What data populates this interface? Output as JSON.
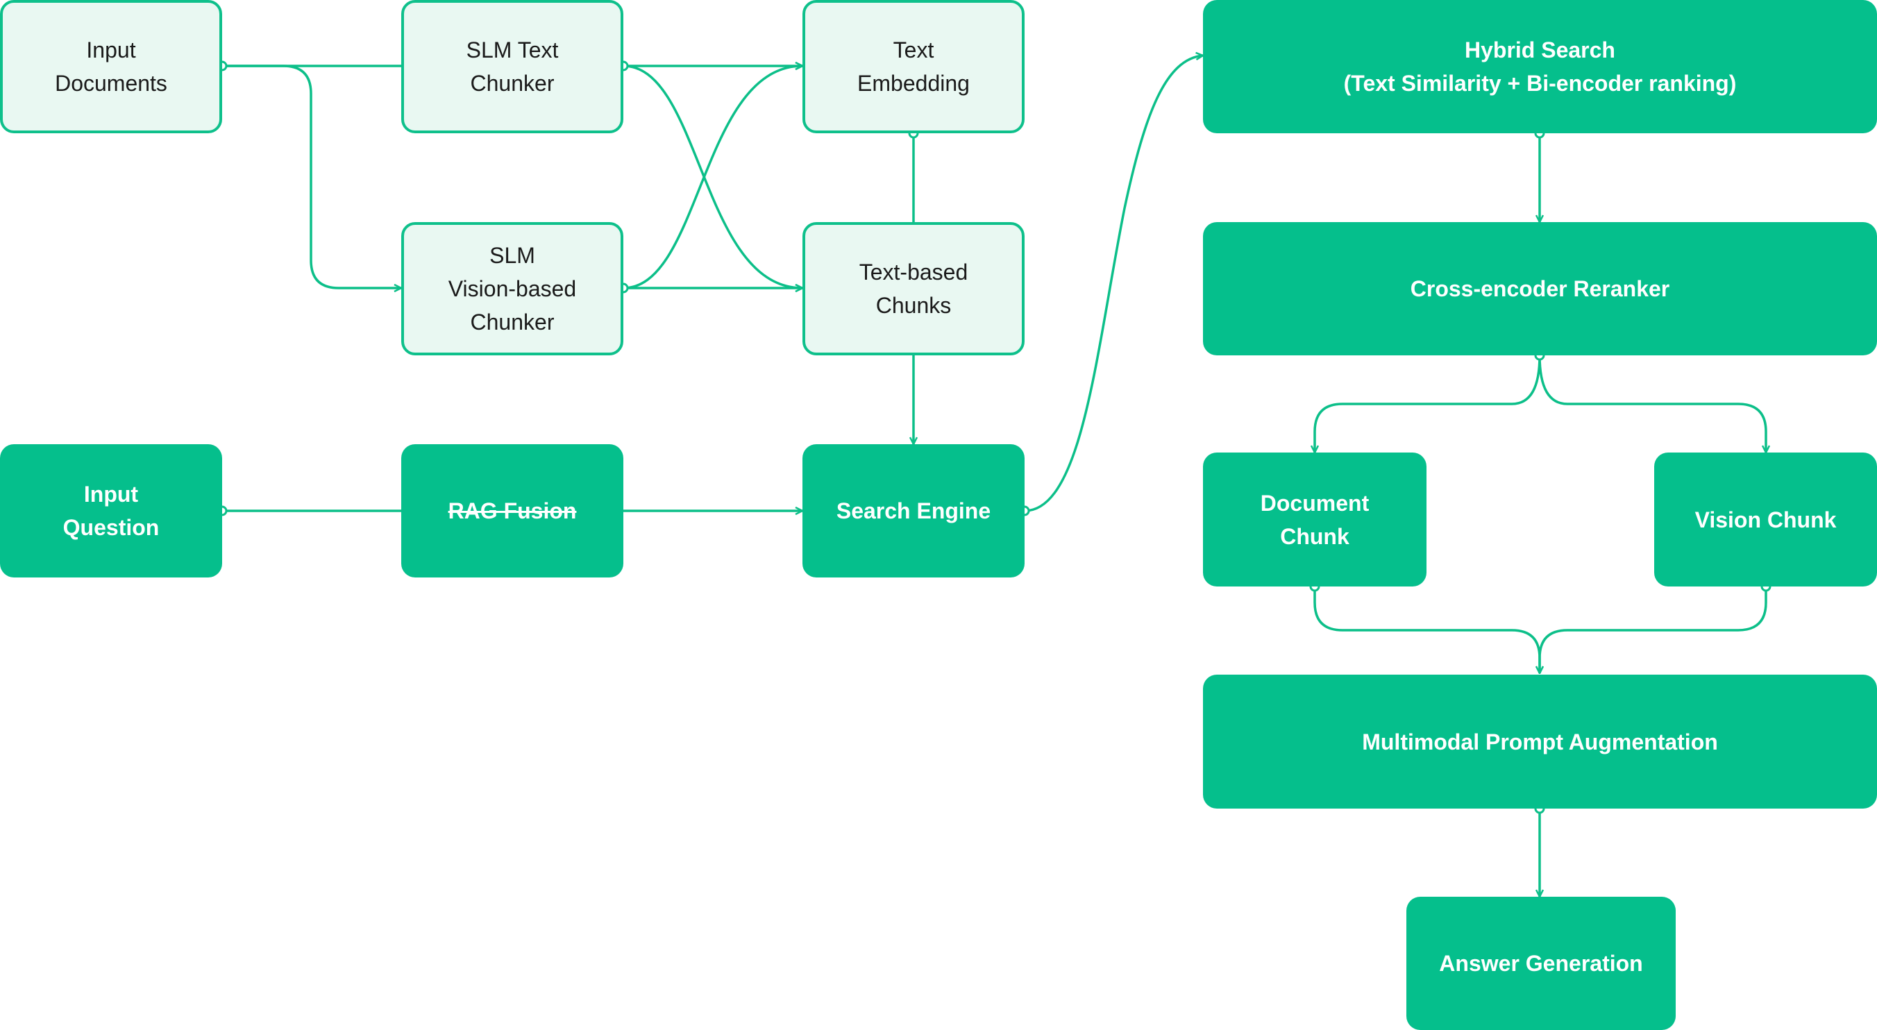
{
  "colors": {
    "accent": "#05bf8c",
    "light_fill": "#e9f8f2",
    "edge": "#0cbf89",
    "dark_text": "#1a1a1a"
  },
  "nodes": {
    "input_documents": "Input\nDocuments",
    "slm_text_chunker": "SLM Text\nChunker",
    "text_embedding": "Text\nEmbedding",
    "slm_vision_chunker": "SLM\nVision-based\nChunker",
    "text_based_chunks": "Text-based\nChunks",
    "input_question": "Input\nQuestion",
    "rag_fusion": "RAG Fusion",
    "search_engine": "Search Engine",
    "hybrid_search": "Hybrid Search\n(Text Similarity + Bi-encoder ranking)",
    "cross_encoder_reranker": "Cross-encoder Reranker",
    "document_chunk": "Document\nChunk",
    "vision_chunk": "Vision Chunk",
    "multimodal_prompt_augmentation": "Multimodal Prompt Augmentation",
    "answer_generation": "Answer Generation"
  }
}
